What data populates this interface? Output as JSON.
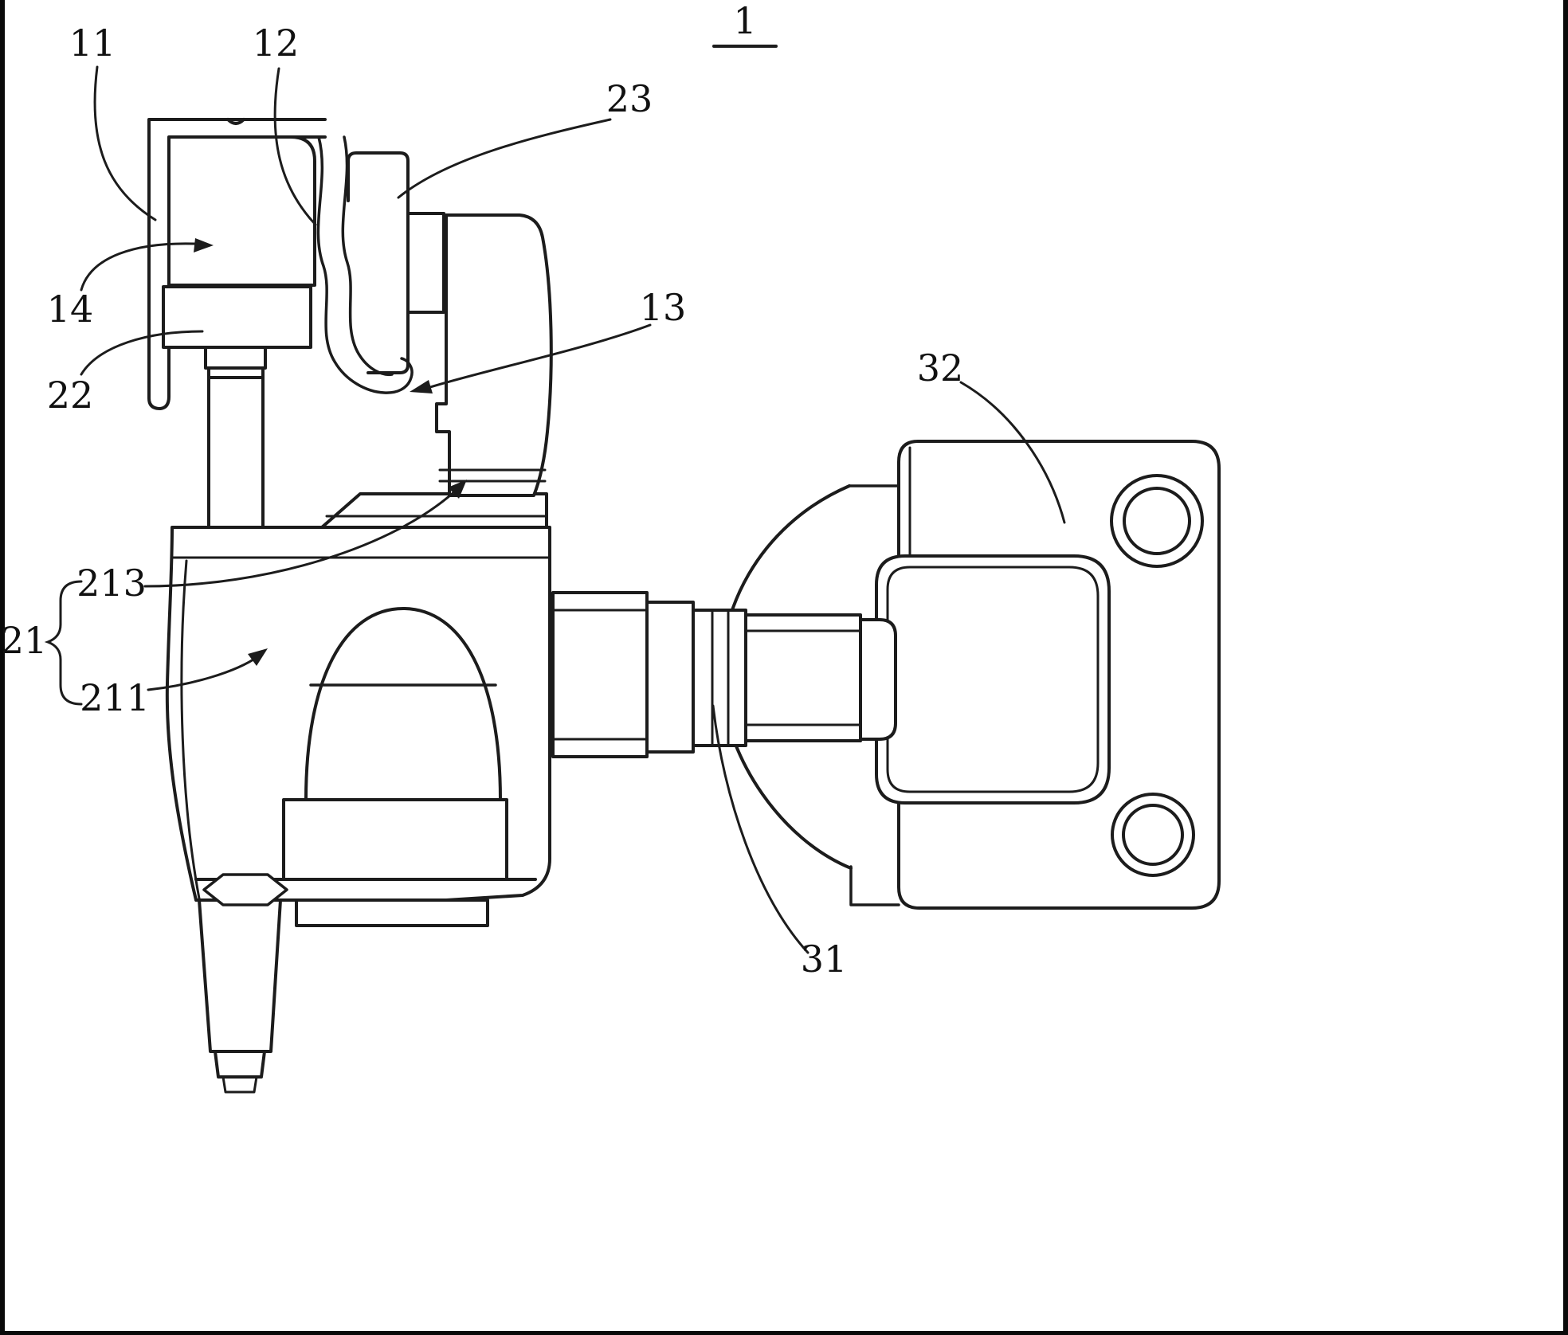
{
  "figure": {
    "kind": "patent-line-drawing",
    "background": "#ffffff",
    "line_color": "#1c1c1c",
    "title_number": "1"
  },
  "labels": {
    "fig": "1",
    "n11": "11",
    "n12": "12",
    "n13": "13",
    "n14": "14",
    "n21": "21",
    "n22": "22",
    "n23": "23",
    "n31": "31",
    "n32": "32",
    "n211": "211",
    "n213": "213"
  }
}
